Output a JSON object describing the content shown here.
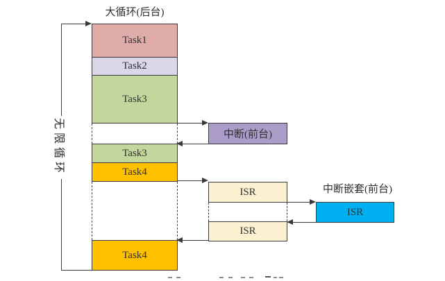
{
  "titles": {
    "main_loop": "大循环(后台)",
    "infinite_loop": "无限循环",
    "nested_interrupt": "中断嵌套(前台)"
  },
  "boxes": {
    "task1": {
      "label": "Task1",
      "color": "#E0ACAA"
    },
    "task2": {
      "label": "Task2",
      "color": "#DCD6E9"
    },
    "task3_first": {
      "label": "Task3",
      "color": "#C3D69B"
    },
    "task3_resumed": {
      "label": "Task3",
      "color": "#C3D69B"
    },
    "task4_first": {
      "label": "Task4",
      "color": "#FFC000"
    },
    "task4_resumed": {
      "label": "Task4",
      "color": "#FFC000"
    },
    "interrupt": {
      "label": "中断(前台)",
      "color": "#AC9CC9"
    },
    "isr_first": {
      "label": "ISR",
      "color": "#FBF0CF"
    },
    "isr_second": {
      "label": "ISR",
      "color": "#FBF0CF"
    },
    "isr_nested": {
      "label": "ISR",
      "color": "#00B0F0"
    }
  },
  "colors": {
    "line": "#3a3a3a",
    "text": "#303030"
  }
}
